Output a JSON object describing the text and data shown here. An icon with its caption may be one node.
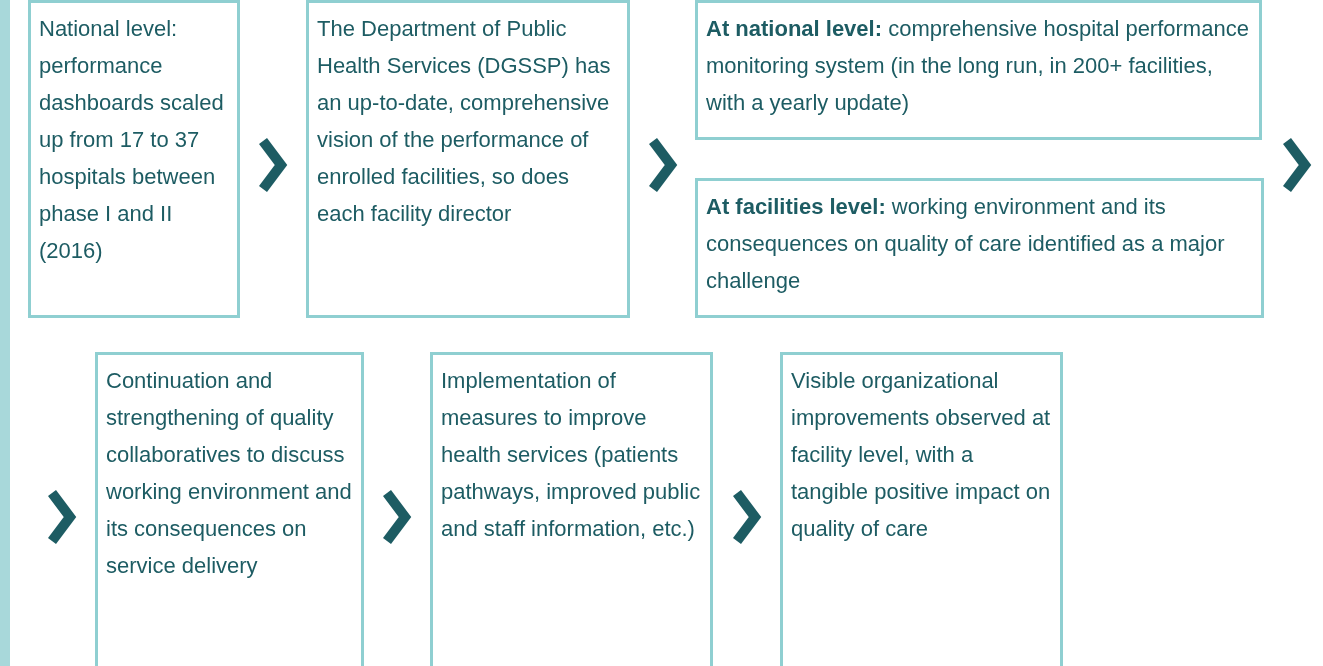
{
  "diagram": {
    "nodes": [
      {
        "text": [
          "National level: performance dashboards scaled up from 17 to 37 hospitals between phase I and II (2016)"
        ]
      },
      {
        "text": [
          "The Department of Public Health Services (DGSSP) has an up-to-date, comprehensive vision of the performance of enrolled facilities, so does each facility director"
        ]
      },
      {
        "text": [
          "**At national level:** comprehensive hospital performance monitoring system (in the long run, in 200+ facilities, with a yearly update)"
        ]
      },
      {
        "text": [
          "**At facilities level:** working environment and its consequences on quality of care identified as a major challenge"
        ]
      },
      {
        "text": [
          "Continuation and strengthening of quality collaboratives to discuss working environment and its consequences on service delivery"
        ]
      },
      {
        "text": [
          "Implementation of measures to improve health services (patients pathways, improved public and staff information, etc.)"
        ]
      },
      {
        "text": [
          "Visible organizational improvements observed at facility level, with a tangible positive impact on quality of care"
        ]
      }
    ],
    "edges": [
      {
        "from": 0,
        "to": 1,
        "arrow": "to"
      },
      {
        "from": 1,
        "to": 2,
        "arrow": "to"
      },
      {
        "from": 1,
        "to": 3,
        "arrow": "to"
      },
      {
        "from": 2,
        "to": null,
        "arrow": "to"
      },
      {
        "from": 3,
        "to": null,
        "arrow": "to"
      },
      {
        "from": null,
        "to": 4,
        "arrow": "to"
      },
      {
        "from": 4,
        "to": 5,
        "arrow": "to"
      },
      {
        "from": 5,
        "to": 6,
        "arrow": "to"
      }
    ]
  }
}
